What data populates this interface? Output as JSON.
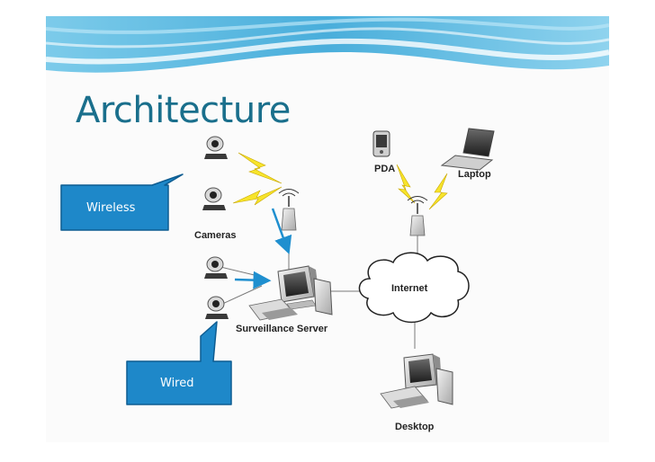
{
  "slide": {
    "title": "Architecture"
  },
  "callouts": {
    "wireless": "Wireless",
    "wired": "Wired"
  },
  "labels": {
    "cameras": "Cameras",
    "surveillance_server": "Surveillance Server",
    "internet": "Internet",
    "pda": "PDA",
    "laptop": "Laptop",
    "desktop": "Desktop"
  },
  "colors": {
    "title": "#1a6f8c",
    "callout_fill": "#1e88c9",
    "callout_border": "#0d5c91",
    "header_blue": "#4fb1dc",
    "lightning": "#f7e42b",
    "arrow": "#1f8fcf"
  }
}
